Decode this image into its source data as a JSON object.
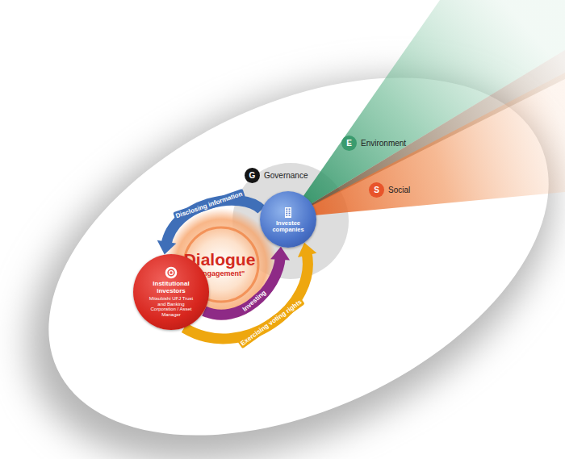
{
  "diagram": {
    "nodes": [
      {
        "text": [
          "E",
          "Environment"
        ]
      },
      {
        "text": [
          "G",
          "Governance"
        ]
      },
      {
        "text": [
          "S",
          "Social"
        ]
      },
      {
        "text": [
          "Investee companies"
        ]
      },
      {
        "text": [
          "Dialogue",
          "\"Engagement\""
        ]
      },
      {
        "text": [
          "Institutional investors",
          "Mitsubishi UFJ Trust and Banking Corporation / Asset Manager"
        ]
      }
    ],
    "edges": [
      {
        "from": 3,
        "to": 5,
        "arrow": "to",
        "label": "Disclosing information"
      },
      {
        "from": 5,
        "to": 3,
        "arrow": "to",
        "label": "Investing"
      },
      {
        "from": 5,
        "to": 3,
        "arrow": "to",
        "label": "Exercising voting rights"
      }
    ]
  }
}
